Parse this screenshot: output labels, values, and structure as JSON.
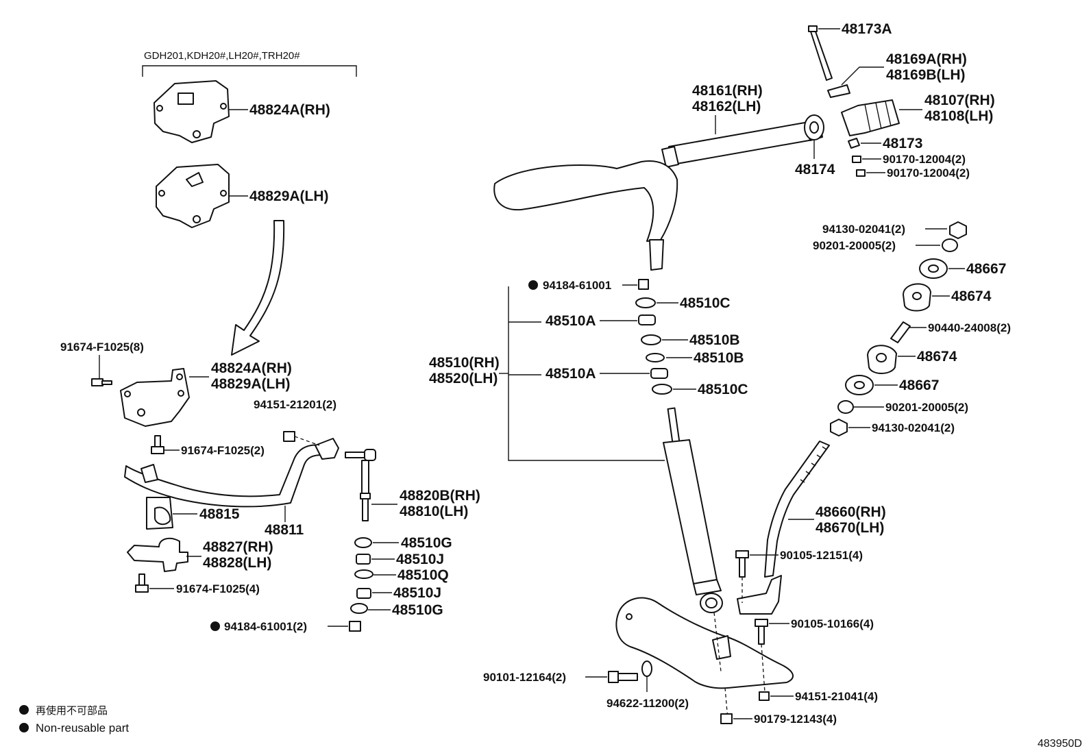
{
  "diagram": {
    "variant_note": "GDH201,KDH20#,LH20#,TRH20#",
    "legend": {
      "jp": "再使用不可部品",
      "en": "Non-reusable part"
    },
    "drawing_number": "483950D",
    "callouts": {
      "p48824A": "48824A(RH)",
      "p48829A": "48829A(LH)",
      "p48824A_b": "48824A(RH)",
      "p48829A_b": "48829A(LH)",
      "p91674a": "91674-F1025(8)",
      "p91674b": "91674-F1025(2)",
      "p91674c": "91674-F1025(4)",
      "p94151a": "94151-21201(2)",
      "p48815": "48815",
      "p48811": "48811",
      "p48827": "48827(RH)",
      "p48828": "48828(LH)",
      "p48820B": "48820B(RH)",
      "p48810": "48810(LH)",
      "p48510G1": "48510G",
      "p48510J1": "48510J",
      "p48510Q": "48510Q",
      "p48510J2": "48510J",
      "p48510G2": "48510G",
      "p94184b": "94184-61001(2)",
      "p48173A": "48173A",
      "p48169A": "48169A(RH)",
      "p48169B": "48169B(LH)",
      "p48161": "48161(RH)",
      "p48162": "48162(LH)",
      "p48107": "48107(RH)",
      "p48108": "48108(LH)",
      "p48173": "48173",
      "p48174": "48174",
      "p90170a": "90170-12004(2)",
      "p90170b": "90170-12004(2)",
      "p94130a": "94130-02041(2)",
      "p90201a": "90201-20005(2)",
      "p48667a": "48667",
      "p48674a": "48674",
      "p90440": "90440-24008(2)",
      "p48674b": "48674",
      "p48667b": "48667",
      "p90201b": "90201-20005(2)",
      "p94130b": "94130-02041(2)",
      "p94184a": "94184-61001",
      "p48510C1": "48510C",
      "p48510A1": "48510A",
      "p48510B1": "48510B",
      "p48510B2": "48510B",
      "p48510A2": "48510A",
      "p48510C2": "48510C",
      "p48510": "48510(RH)",
      "p48520": "48520(LH)",
      "p48660": "48660(RH)",
      "p48670": "48670(LH)",
      "p90105a": "90105-12151(4)",
      "p90105b": "90105-10166(4)",
      "p90101": "90101-12164(2)",
      "p94622": "94622-11200(2)",
      "p94151b": "94151-21041(4)",
      "p90179": "90179-12143(4)"
    }
  }
}
